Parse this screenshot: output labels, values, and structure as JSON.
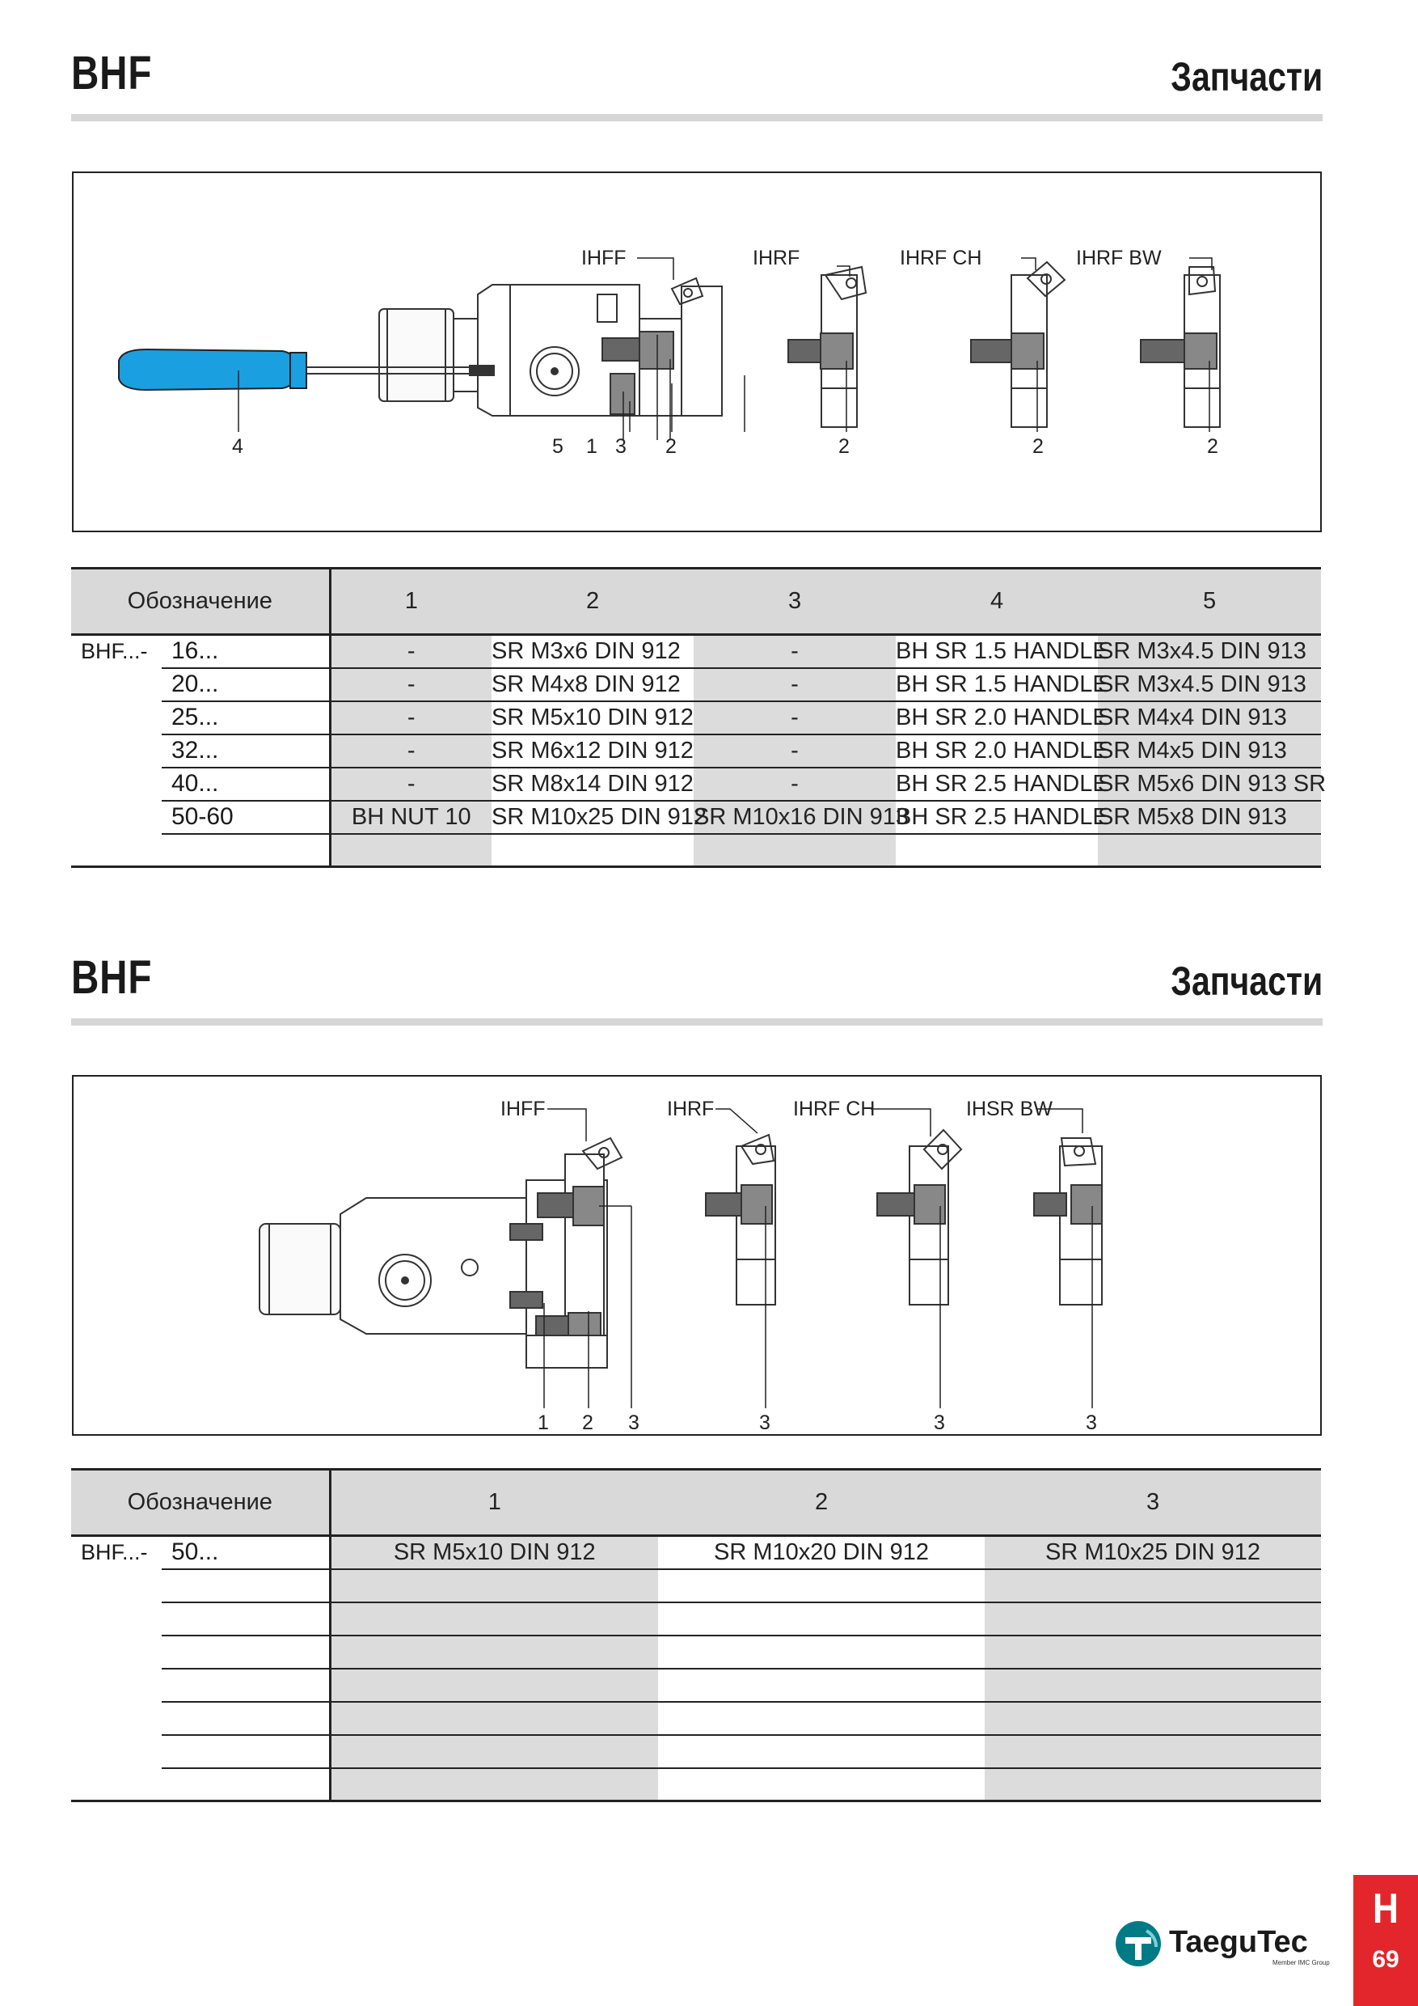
{
  "page_number_tab": {
    "letter": "H",
    "page": "69"
  },
  "brand": {
    "name": "TaeguTec",
    "tagline": "Member IMC Group"
  },
  "section1": {
    "title": "BHF",
    "right_title": "Запчасти",
    "figure_labels": {
      "tools": [
        "IHFF",
        "IHRF",
        "IHRF CH",
        "IHRF BW"
      ],
      "callouts": [
        "4",
        "5",
        "1",
        "3",
        "2",
        "2",
        "2",
        "2"
      ]
    },
    "table": {
      "header": [
        "Обозначение",
        "1",
        "2",
        "3",
        "4",
        "5"
      ],
      "series": "BHF...-",
      "rows": [
        {
          "model": "16...",
          "c1": "-",
          "c2": "SR M3x6 DIN 912",
          "c3": "-",
          "c4": "BH SR 1.5 HANDLE",
          "c5": "SR M3x4.5 DIN 913"
        },
        {
          "model": "20...",
          "c1": "-",
          "c2": "SR M4x8 DIN 912",
          "c3": "-",
          "c4": "BH SR 1.5 HANDLE",
          "c5": "SR M3x4.5 DIN 913"
        },
        {
          "model": "25...",
          "c1": "-",
          "c2": "SR M5x10 DIN 912",
          "c3": "-",
          "c4": "BH SR 2.0 HANDLE",
          "c5": "SR M4x4 DIN 913"
        },
        {
          "model": "32...",
          "c1": "-",
          "c2": "SR M6x12 DIN 912",
          "c3": "-",
          "c4": "BH SR 2.0 HANDLE",
          "c5": "SR M4x5 DIN 913"
        },
        {
          "model": "40...",
          "c1": "-",
          "c2": "SR M8x14 DIN 912",
          "c3": "-",
          "c4": "BH SR 2.5 HANDLE",
          "c5": "SR M5x6 DIN 913 SR"
        },
        {
          "model": "50-60",
          "c1": "BH NUT 10",
          "c2": "SR M10x25 DIN 912",
          "c3": "SR M10x16 DIN 913",
          "c4": "BH SR 2.5 HANDLE",
          "c5": "SR M5x8 DIN 913"
        },
        {
          "model": "",
          "c1": "",
          "c2": "",
          "c3": "",
          "c4": "",
          "c5": ""
        }
      ]
    }
  },
  "section2": {
    "title": "BHF",
    "right_title": "Запчасти",
    "figure_labels": {
      "tools": [
        "IHFF",
        "IHRF",
        "IHRF CH",
        "IHSR BW"
      ],
      "callouts": [
        "1",
        "2",
        "3",
        "3",
        "3",
        "3"
      ]
    },
    "table": {
      "header": [
        "Обозначение",
        "1",
        "2",
        "3"
      ],
      "series": "BHF...-",
      "rows": [
        {
          "model": "50...",
          "c1": "SR M5x10 DIN 912",
          "c2": "SR M10x20 DIN 912",
          "c3": "SR M10x25 DIN 912"
        },
        {
          "model": "",
          "c1": "",
          "c2": "",
          "c3": ""
        },
        {
          "model": "",
          "c1": "",
          "c2": "",
          "c3": ""
        },
        {
          "model": "",
          "c1": "",
          "c2": "",
          "c3": ""
        },
        {
          "model": "",
          "c1": "",
          "c2": "",
          "c3": ""
        },
        {
          "model": "",
          "c1": "",
          "c2": "",
          "c3": ""
        },
        {
          "model": "",
          "c1": "",
          "c2": "",
          "c3": ""
        },
        {
          "model": "",
          "c1": "",
          "c2": "",
          "c3": ""
        }
      ]
    }
  },
  "colors": {
    "handle_blue": "#1a9fe0",
    "tab_red": "#e3262b",
    "row_shade": "#dcdcdc",
    "header_shade": "#d9d9d9",
    "logo_teal": "#007b85"
  }
}
